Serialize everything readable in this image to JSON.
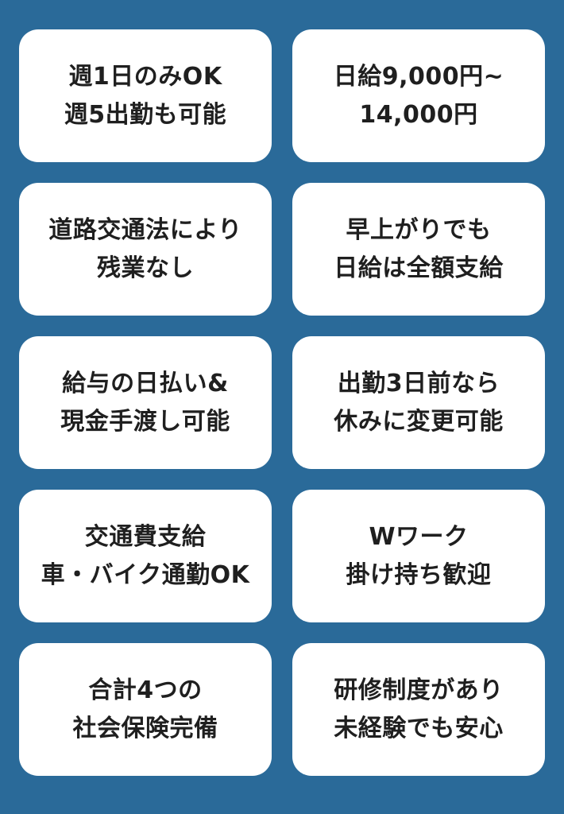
{
  "colors": {
    "background": "#2a6a99",
    "card": "#ffffff",
    "text": "#1f1f1f"
  },
  "cards": [
    {
      "line1": "週1日のみOK",
      "line2": "週5出勤も可能"
    },
    {
      "line1": "日給9,000円~",
      "line2": "14,000円"
    },
    {
      "line1": "道路交通法により",
      "line2": "残業なし"
    },
    {
      "line1": "早上がりでも",
      "line2": "日給は全額支給"
    },
    {
      "line1": "給与の日払い&",
      "line2": "現金手渡し可能"
    },
    {
      "line1": "出勤3日前なら",
      "line2": "休みに変更可能"
    },
    {
      "line1": "交通費支給",
      "line2": "車・バイク通勤OK"
    },
    {
      "line1": "Wワーク",
      "line2": "掛け持ち歓迎"
    },
    {
      "line1": "合計4つの",
      "line2": "社会保険完備"
    },
    {
      "line1": "研修制度があり",
      "line2": "未経験でも安心"
    }
  ]
}
